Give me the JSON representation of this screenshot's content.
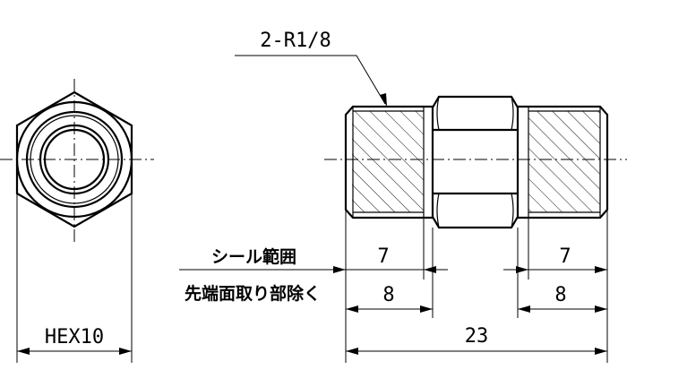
{
  "labels": {
    "thread_spec": "2-R1/8",
    "seal_range": "シール範囲",
    "chamfer_excluded": "先端面取り部除く",
    "hex_size": "HEX10",
    "seal_left": "7",
    "seal_right": "7",
    "chamfer_left": "8",
    "chamfer_right": "8",
    "overall_length": "23"
  }
}
